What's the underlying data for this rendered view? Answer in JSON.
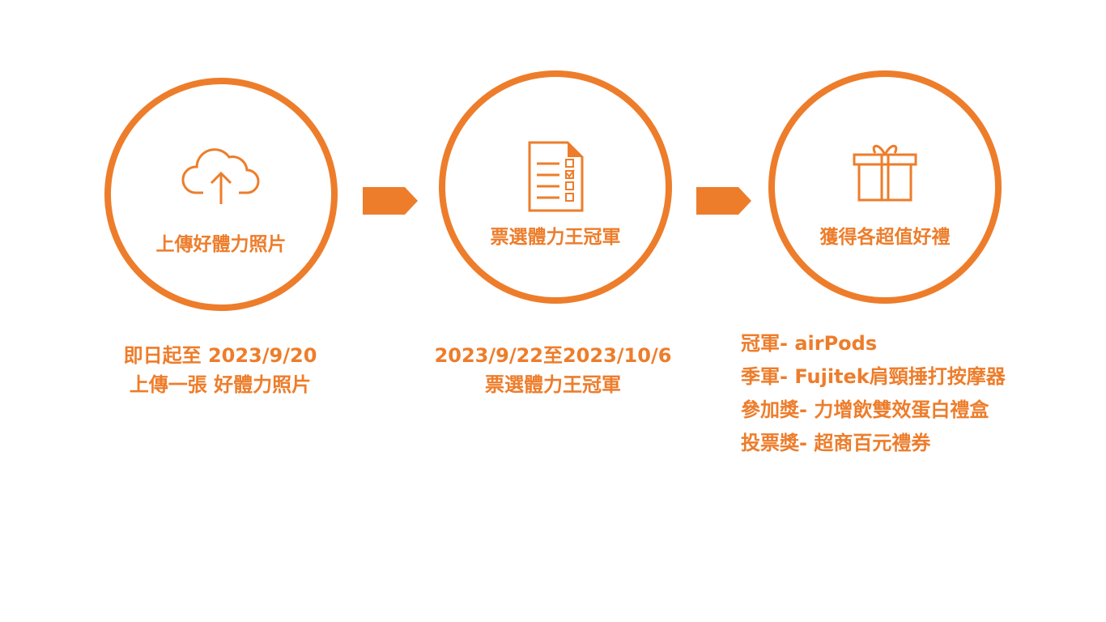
{
  "accent_color": "#ED7D2B",
  "steps": [
    {
      "icon": "cloud-upload-icon",
      "title": "上傳好體力照片",
      "desc": [
        "即日起至 2023/9/20",
        "上傳一張 好體力照片"
      ]
    },
    {
      "icon": "checklist-icon",
      "title": "票選體力王冠軍",
      "desc": [
        "2023/9/22至2023/10/6",
        "票選體力王冠軍"
      ]
    },
    {
      "icon": "gift-icon",
      "title": "獲得各超值好禮",
      "desc": [
        "冠軍- airPods",
        "季軍- Fujitek肩頸捶打按摩器",
        "參加獎- 力增飲雙效蛋白禮盒",
        "投票獎- 超商百元禮券"
      ]
    }
  ]
}
